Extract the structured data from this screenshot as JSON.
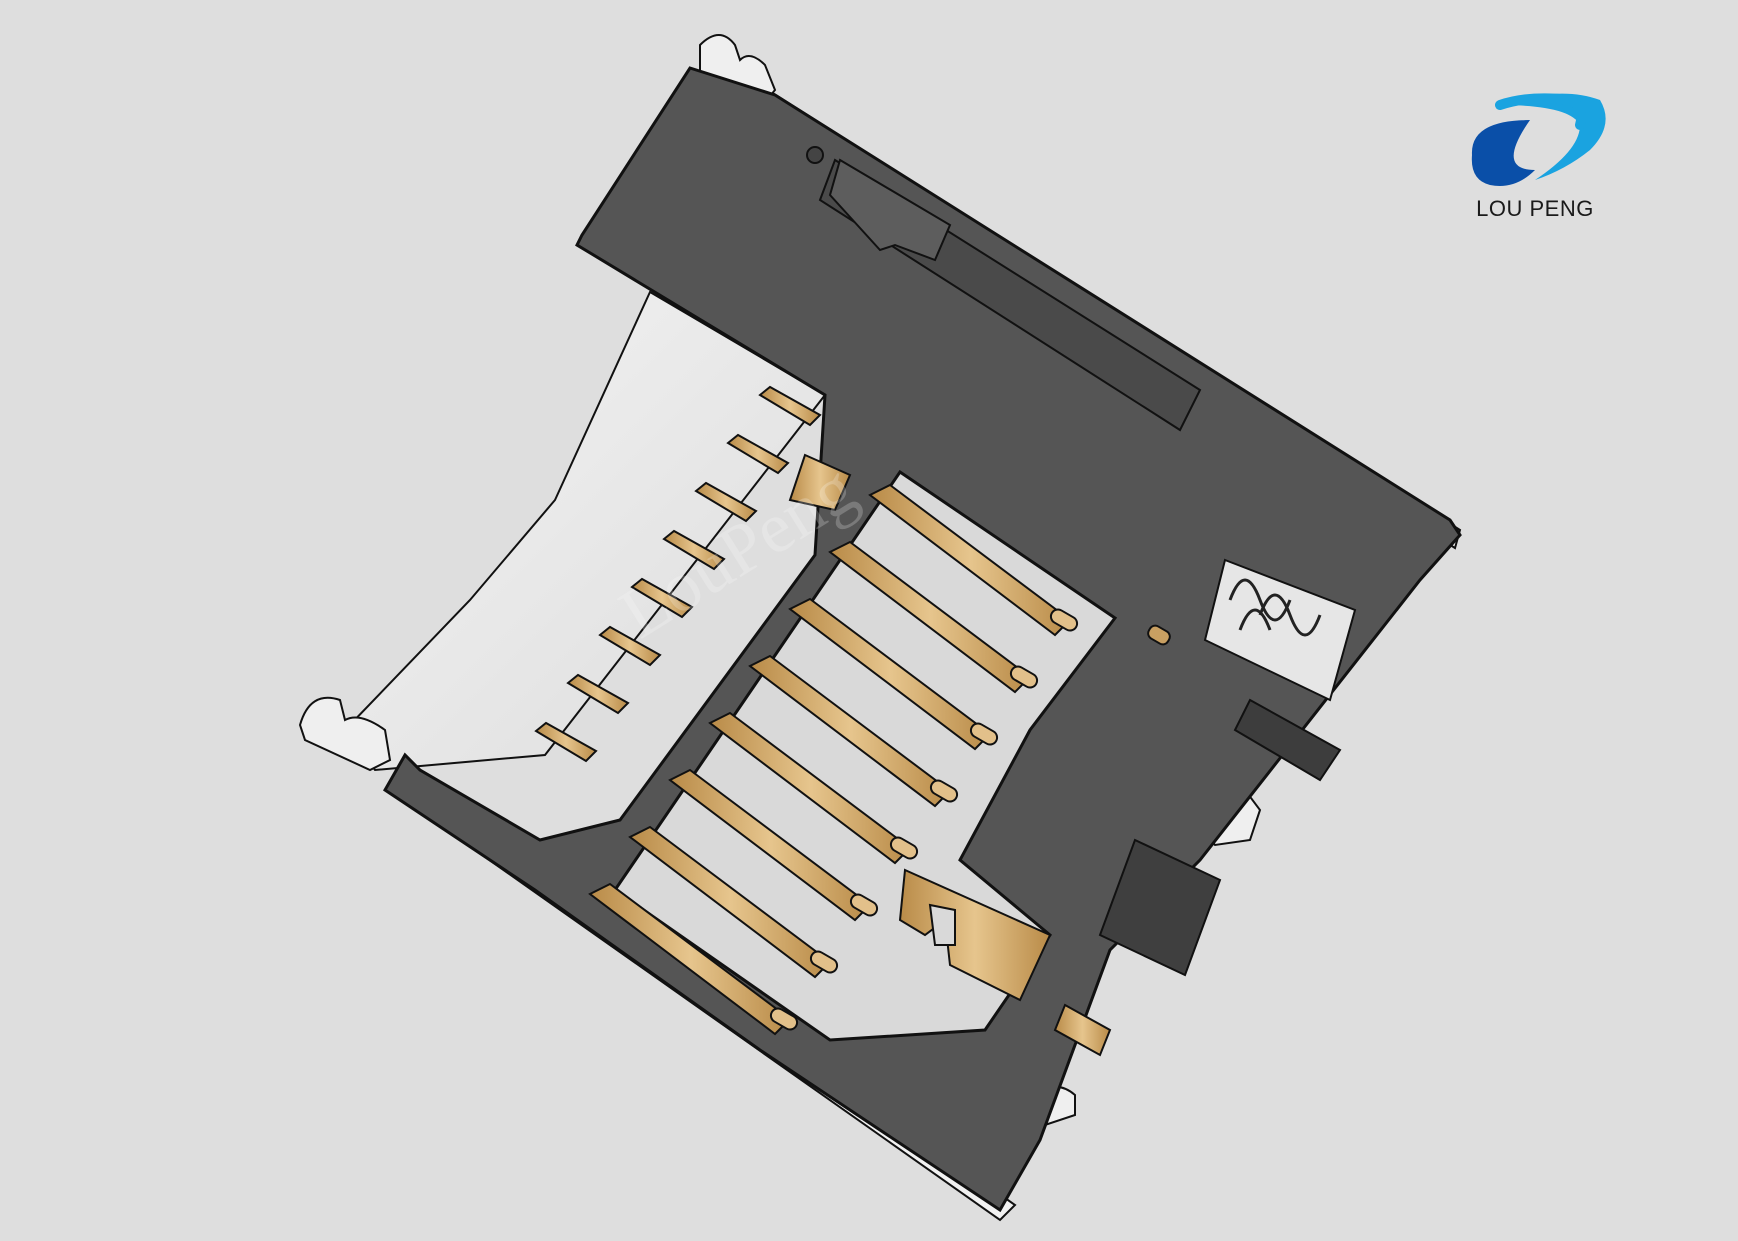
{
  "logo": {
    "brand_name": "LOU PENG",
    "colors": {
      "blue_dark": "#0a4fa8",
      "blue_light": "#1aa3e0"
    }
  },
  "watermark": {
    "text": "LouPeng"
  },
  "colors": {
    "background": "#dedede",
    "housing": "#555555",
    "outline": "#111111",
    "metal": "#eeeeee",
    "contact_gold": "#c9a062",
    "contact_gold_light": "#e2c08a"
  },
  "contacts": {
    "main_count": 8,
    "rear_count": 8
  }
}
